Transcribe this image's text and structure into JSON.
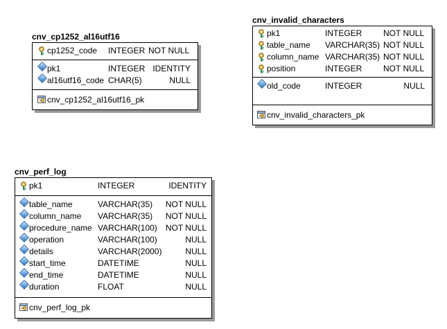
{
  "tables": [
    {
      "name": "cnv_cp1252_al16utf16",
      "key_columns": [
        {
          "name": "cp1252_code",
          "type": "INTEGER",
          "nullability": "NOT NULL",
          "icon": "key-icon"
        }
      ],
      "columns": [
        {
          "name": "pk1",
          "type": "INTEGER",
          "nullability": "IDENTITY",
          "icon": "diamond-icon"
        },
        {
          "name": "al16utf16_code",
          "type": "CHAR(5)",
          "nullability": "NULL",
          "icon": "diamond-icon"
        }
      ],
      "pk_constraint": "cnv_cp1252_al16utf16_pk"
    },
    {
      "name": "cnv_invalid_characters",
      "key_columns": [
        {
          "name": "pk1",
          "type": "INTEGER",
          "nullability": "NOT NULL",
          "icon": "key-icon"
        },
        {
          "name": "table_name",
          "type": "VARCHAR(35)",
          "nullability": "NOT NULL",
          "icon": "key-icon"
        },
        {
          "name": "column_name",
          "type": "VARCHAR(35)",
          "nullability": "NOT NULL",
          "icon": "key-icon"
        },
        {
          "name": "position",
          "type": "INTEGER",
          "nullability": "NOT NULL",
          "icon": "key-icon"
        }
      ],
      "columns": [
        {
          "name": "old_code",
          "type": "INTEGER",
          "nullability": "NULL",
          "icon": "diamond-icon"
        }
      ],
      "pk_constraint": "cnv_invalid_characters_pk"
    },
    {
      "name": "cnv_perf_log",
      "key_columns": [
        {
          "name": "pk1",
          "type": "INTEGER",
          "nullability": "IDENTITY",
          "icon": "key-icon"
        }
      ],
      "columns": [
        {
          "name": "table_name",
          "type": "VARCHAR(35)",
          "nullability": "NOT NULL",
          "icon": "diamond-icon"
        },
        {
          "name": "column_name",
          "type": "VARCHAR(35)",
          "nullability": "NOT NULL",
          "icon": "diamond-icon"
        },
        {
          "name": "procedure_name",
          "type": "VARCHAR(100)",
          "nullability": "NOT NULL",
          "icon": "diamond-icon"
        },
        {
          "name": "operation",
          "type": "VARCHAR(100)",
          "nullability": "NULL",
          "icon": "diamond-icon"
        },
        {
          "name": "details",
          "type": "VARCHAR(2000)",
          "nullability": "NULL",
          "icon": "diamond-icon"
        },
        {
          "name": "start_time",
          "type": "DATETIME",
          "nullability": "NULL",
          "icon": "diamond-icon"
        },
        {
          "name": "end_time",
          "type": "DATETIME",
          "nullability": "NULL",
          "icon": "diamond-icon"
        },
        {
          "name": "duration",
          "type": "FLOAT",
          "nullability": "NULL",
          "icon": "diamond-icon"
        }
      ],
      "pk_constraint": "cnv_perf_log_pk"
    }
  ]
}
